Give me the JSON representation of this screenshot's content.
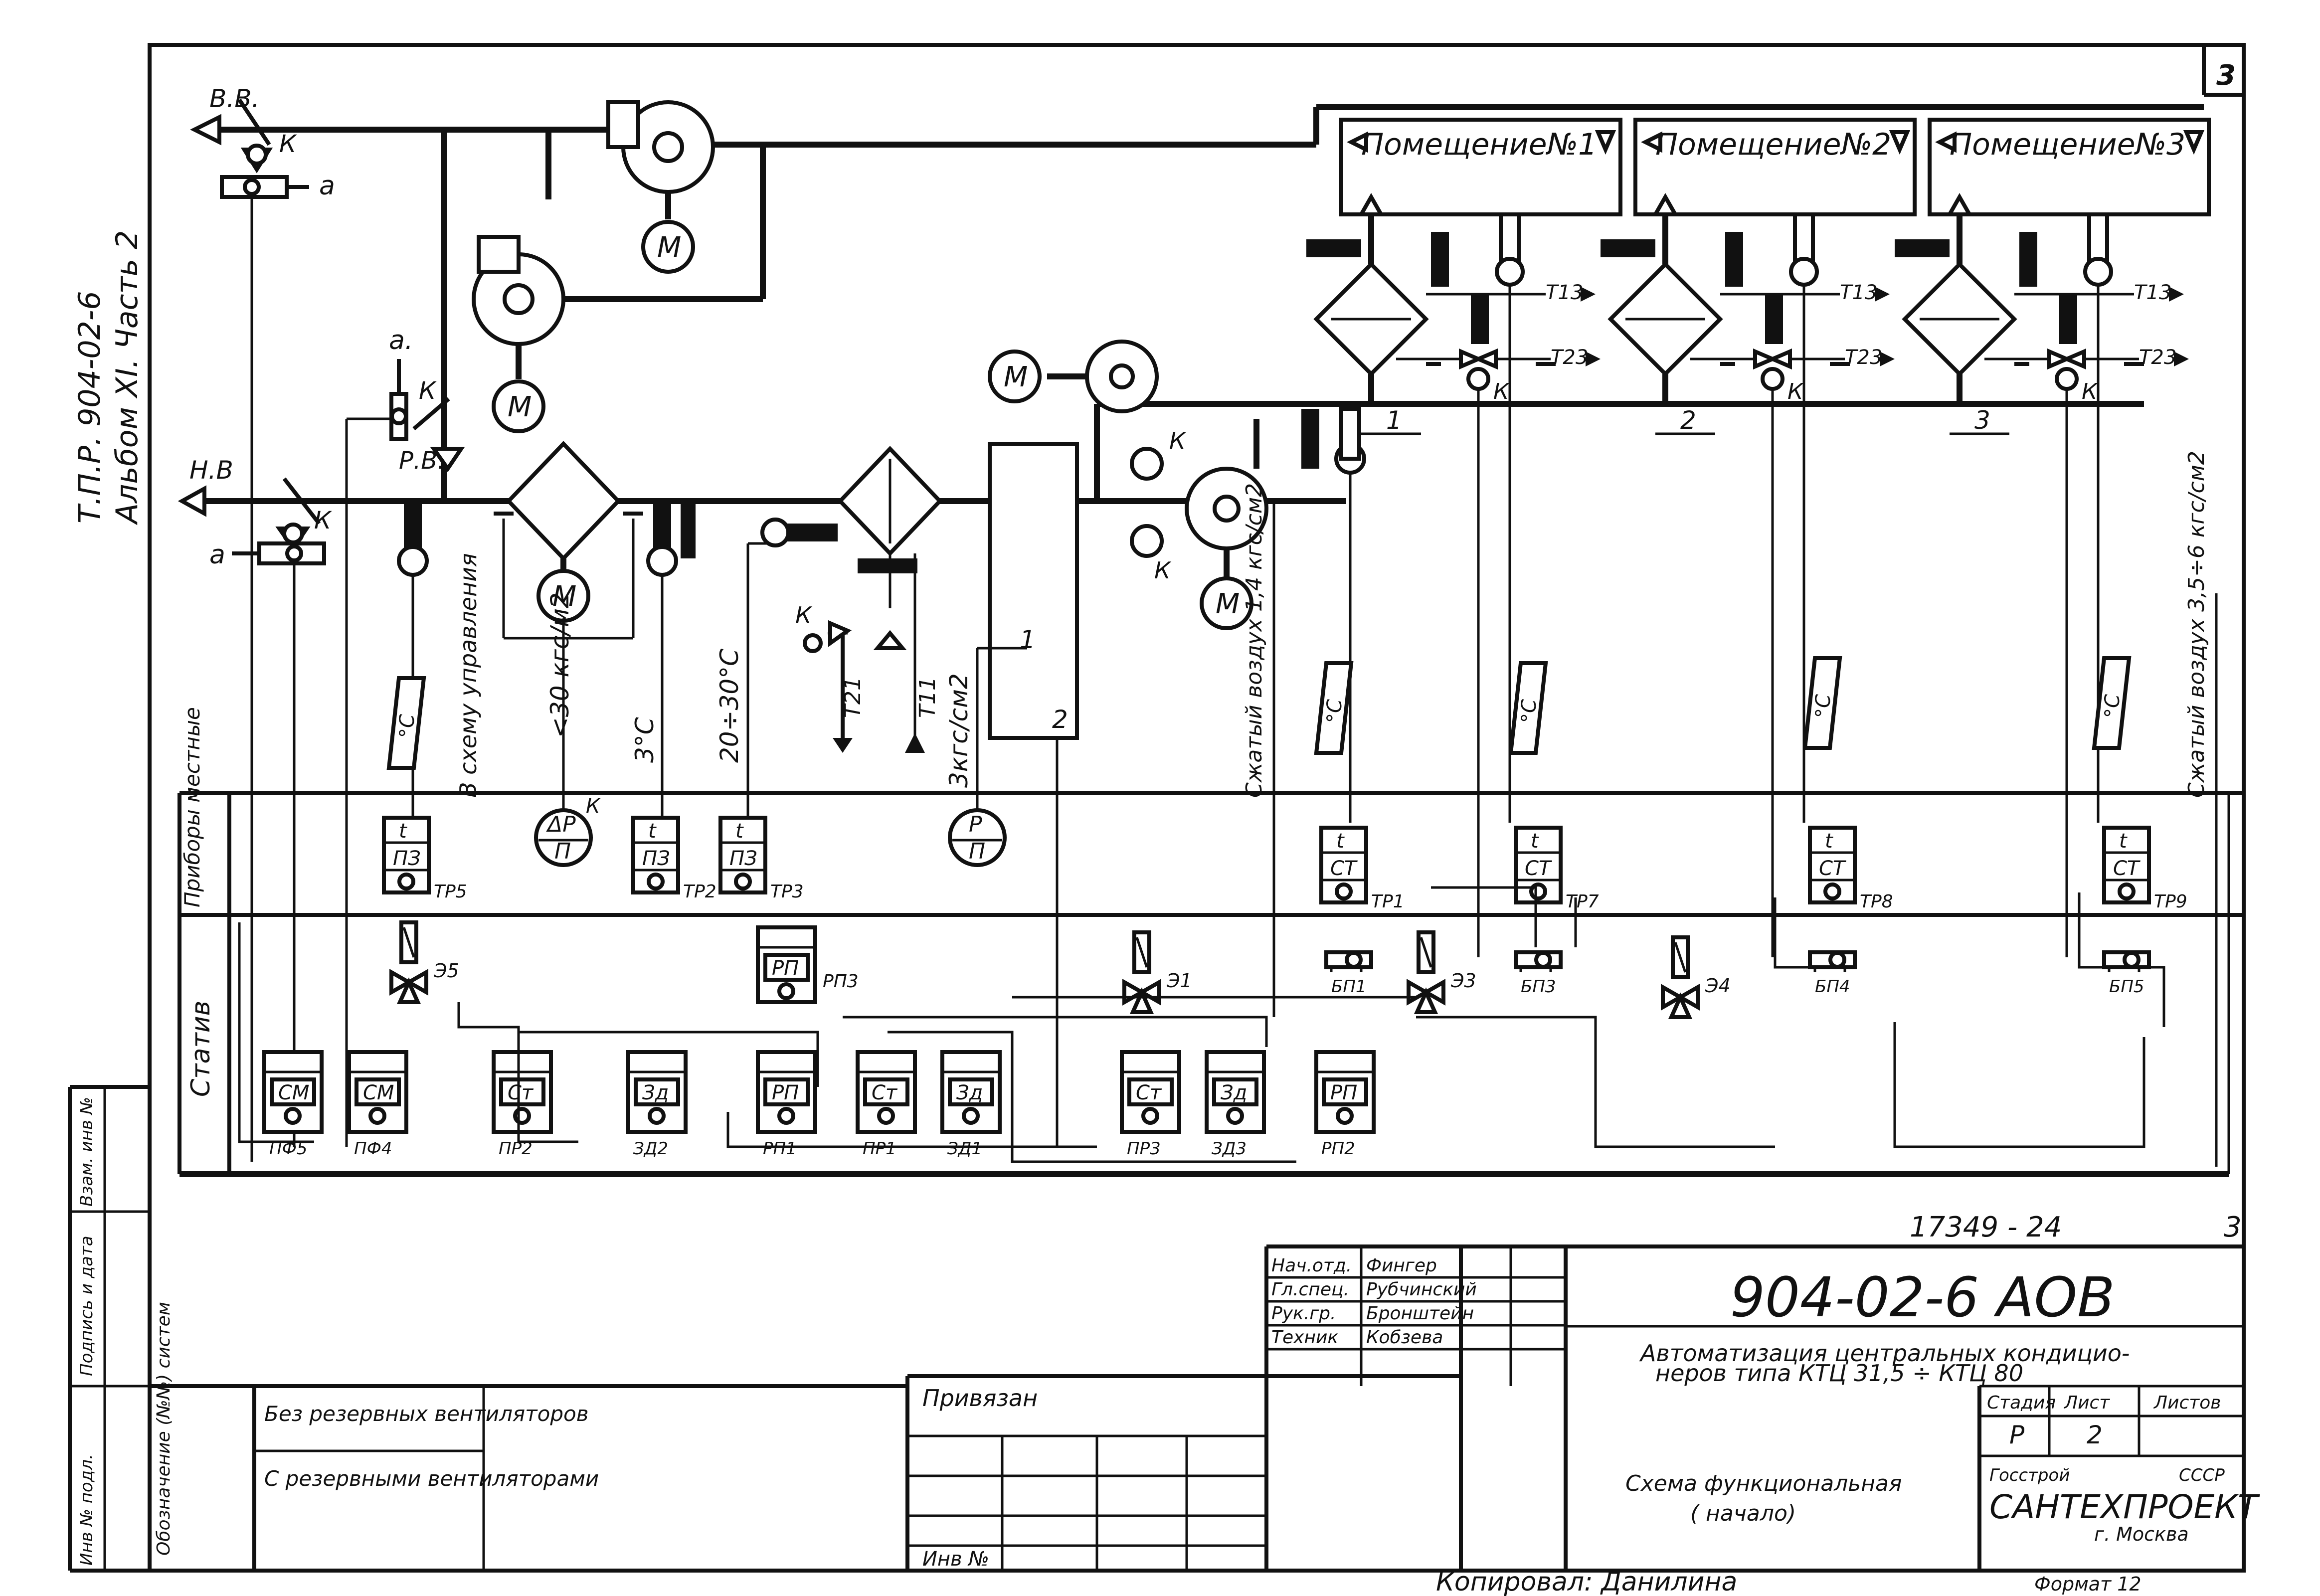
{
  "sheet": {
    "corner_number": "3",
    "margin_title": "Т.П.Р.  904-02-6",
    "margin_subtitle": "Альбом XI. Часть 2"
  },
  "rooms": [
    "Помещение№1",
    "Помещение№2",
    "Помещение№3"
  ],
  "air_labels": {
    "outdoor": "Н.В",
    "exhaust": "В.В.",
    "recirc": "Р.В.",
    "a_top": "а",
    "a_mid": "а.",
    "a_left": "а"
  },
  "valve_letter": "К",
  "motor_letter": "М",
  "vertical_notes": {
    "to_control": "В схему управления",
    "dp": "<30 кгс/м2",
    "t1": "3°С",
    "t2": "20÷30°С",
    "p": "3кгс/см2",
    "air1": "Сжатый воздух 1,4 кгс/см2",
    "air2": "Сжатый воздух 3,5÷6 кгс/см2"
  },
  "scale_labels": [
    "°С",
    "°С",
    "°С",
    "°С",
    "°С"
  ],
  "pipe_tags": {
    "t13": "Т13",
    "t23": "Т23",
    "t21": "Т21",
    "t11": "Т11"
  },
  "zone_numbers": [
    "1",
    "2",
    "3"
  ],
  "line_numbers": {
    "one": "1",
    "two": "2"
  },
  "row_labels": {
    "local": "Приборы местные",
    "rack": "Статив"
  },
  "local_instruments": [
    {
      "top": "t",
      "bottom": "ПЗ",
      "tag": "ТР5"
    },
    {
      "top": "ΔP",
      "bottom": "П",
      "tag": "К"
    },
    {
      "top": "t",
      "bottom": "ПЗ",
      "tag": "ТР2"
    },
    {
      "top": "t",
      "bottom": "ПЗ",
      "tag": "ТР3"
    },
    {
      "top": "P",
      "bottom": "П",
      "tag": ""
    },
    {
      "top": "t",
      "bottom": "СТ",
      "tag": "ТР1"
    },
    {
      "top": "t",
      "bottom": "СТ",
      "tag": "ТР7"
    },
    {
      "top": "t",
      "bottom": "СТ",
      "tag": "ТР8"
    },
    {
      "top": "t",
      "bottom": "СТ",
      "tag": "ТР9"
    }
  ],
  "rack_devices": [
    {
      "label": "СМ",
      "tag": "ПФ5"
    },
    {
      "label": "СМ",
      "tag": "ПФ4"
    },
    {
      "label": "Ст",
      "tag": "ПР2"
    },
    {
      "label": "Зд",
      "tag": "ЗД2"
    },
    {
      "label": "РП",
      "tag": "РП1"
    },
    {
      "label": "Ст",
      "tag": "ПР1"
    },
    {
      "label": "Зд",
      "tag": "ЗД1"
    },
    {
      "label": "Ст",
      "tag": "ПР3"
    },
    {
      "label": "Зд",
      "tag": "ЗД3"
    },
    {
      "label": "РП",
      "tag": "РП2"
    }
  ],
  "relay_rp3": {
    "label": "РП",
    "tag": "РП3"
  },
  "actuators": [
    "Э5",
    "Э1",
    "Э3",
    "Э4"
  ],
  "position_blocks": [
    "БП1",
    "БП3",
    "БП4",
    "БП5"
  ],
  "title_block": {
    "doc_number": "17349 - 24",
    "sheet_num": "3",
    "code": "904-02-6  АОВ",
    "description_1": "Автоматизация центральных кондицио-",
    "description_2": "неров типа КТЦ 31,5 ÷ КТЦ 80",
    "roles": [
      {
        "role": "Нач.отд.",
        "name": "Фингер"
      },
      {
        "role": "Гл.спец.",
        "name": "Рубчинский"
      },
      {
        "role": "Рук.гр.",
        "name": "Бронштейн"
      },
      {
        "role": "Техник",
        "name": "Кобзева"
      }
    ],
    "stage_hdr": "Стадия",
    "sheet_hdr": "Лист",
    "sheets_hdr": "Листов",
    "stage": "Р",
    "sheet": "2",
    "drawing_name_1": "Схема функциональная",
    "drawing_name_2": "( начало)",
    "org_1": "Госстрой",
    "org_2": "СССР",
    "org_name": "САНТЕХПРОЕКТ",
    "org_city": "г. Москва",
    "format": "Формат 12",
    "copied": "Копировал: Данилина",
    "linked": "Привязан",
    "inv": "Инв №"
  },
  "legend": {
    "header": "Обозначение (№№) систем",
    "row1": "Без резервных вентиляторов",
    "row2": "С резервными вентиляторами"
  },
  "left_stamp": [
    "Инв № подл.",
    "Подпись и дата",
    "Взам. инв №"
  ]
}
